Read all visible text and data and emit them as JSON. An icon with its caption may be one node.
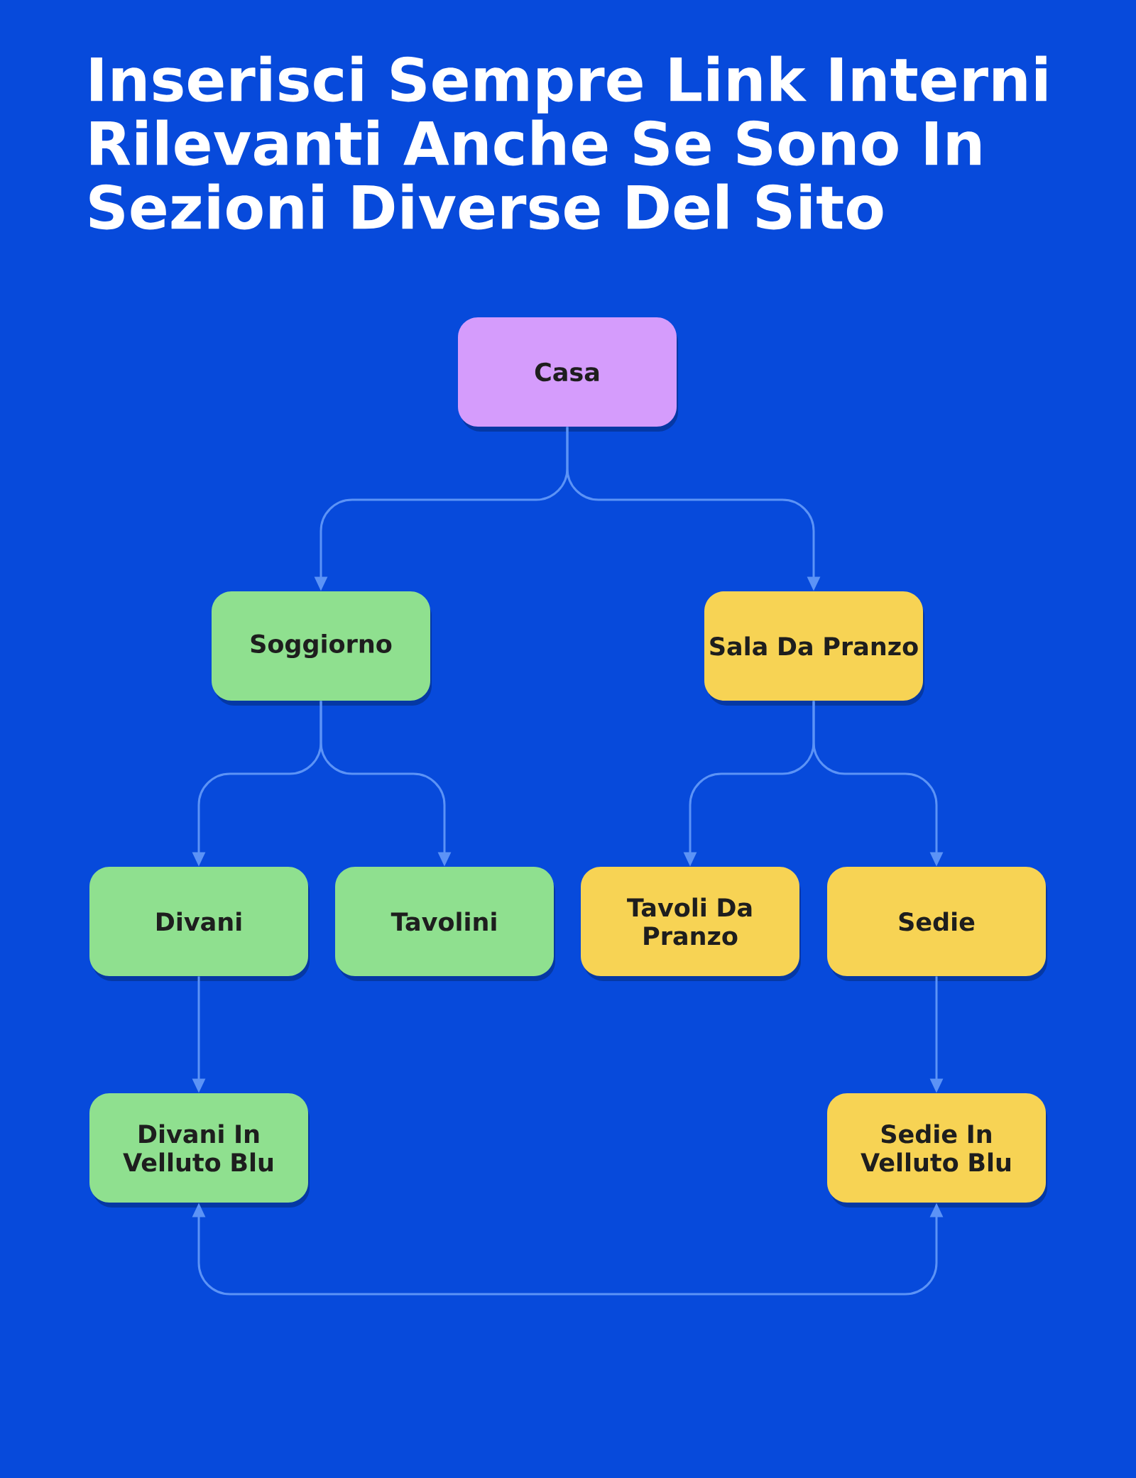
{
  "diagram": {
    "title": "Inserisci Sempre Link Interni Rilevanti Anche Se Sono In Sezioni Diverse Del Sito",
    "nodes": [
      {
        "text": [
          "Casa"
        ]
      },
      {
        "text": [
          "Soggiorno"
        ]
      },
      {
        "text": [
          "Sala Da Pranzo"
        ]
      },
      {
        "text": [
          "Divani"
        ]
      },
      {
        "text": [
          "Tavolini"
        ]
      },
      {
        "text": [
          "Tavoli Da Pranzo"
        ]
      },
      {
        "text": [
          "Sedie"
        ]
      },
      {
        "text": [
          "Divani In Velluto Blu"
        ]
      },
      {
        "text": [
          "Sedie In Velluto Blu"
        ]
      }
    ],
    "edges": [
      {
        "from": 0,
        "to": 1,
        "arrow": "to"
      },
      {
        "from": 0,
        "to": 2,
        "arrow": "to"
      },
      {
        "from": 1,
        "to": 3,
        "arrow": "to"
      },
      {
        "from": 1,
        "to": 4,
        "arrow": "to"
      },
      {
        "from": 2,
        "to": 5,
        "arrow": "to"
      },
      {
        "from": 2,
        "to": 6,
        "arrow": "to"
      },
      {
        "from": 3,
        "to": 7,
        "arrow": "to"
      },
      {
        "from": 6,
        "to": 8,
        "arrow": "to"
      },
      {
        "from": 7,
        "to": 8,
        "arrow": "both"
      }
    ]
  }
}
